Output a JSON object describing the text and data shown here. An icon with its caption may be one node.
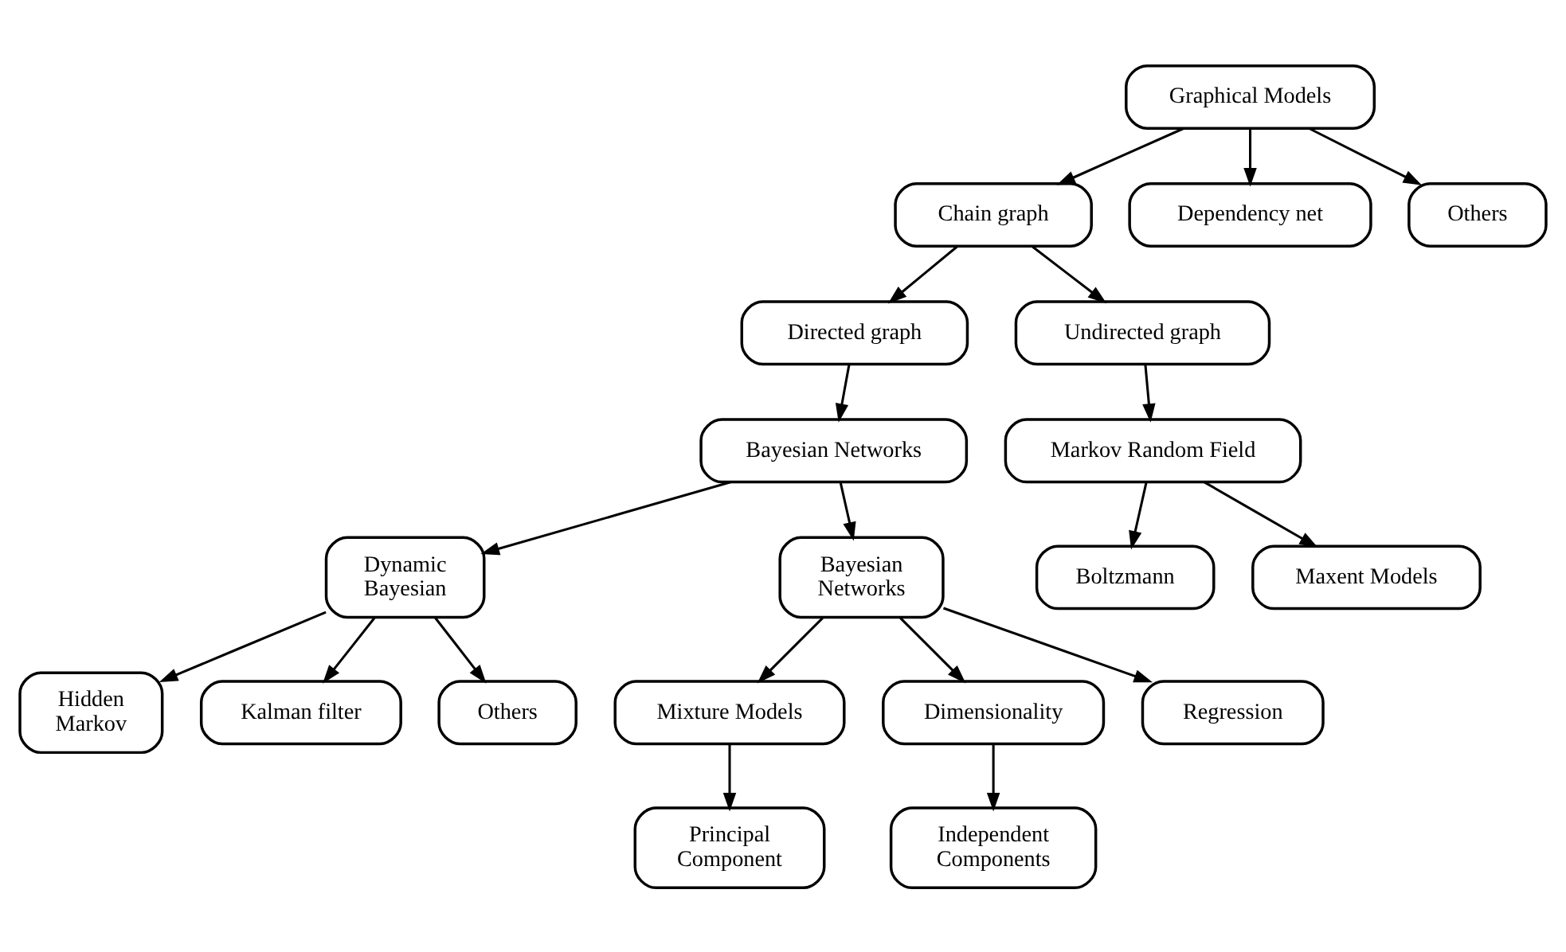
{
  "diagram": {
    "nodes": [
      {
        "text": [
          "Graphical Models"
        ]
      },
      {
        "text": [
          "Chain graph"
        ]
      },
      {
        "text": [
          "Dependency net"
        ]
      },
      {
        "text": [
          "Others"
        ]
      },
      {
        "text": [
          "Directed graph"
        ]
      },
      {
        "text": [
          "Undirected graph"
        ]
      },
      {
        "text": [
          "Bayesian Networks"
        ]
      },
      {
        "text": [
          "Markov Random Field"
        ]
      },
      {
        "text": [
          "Dynamic Bayesian"
        ]
      },
      {
        "text": [
          "Bayesian Networks"
        ]
      },
      {
        "text": [
          "Boltzmann"
        ]
      },
      {
        "text": [
          "Maxent Models"
        ]
      },
      {
        "text": [
          "Hidden Markov"
        ]
      },
      {
        "text": [
          "Kalman filter"
        ]
      },
      {
        "text": [
          "Others"
        ]
      },
      {
        "text": [
          "Mixture Models"
        ]
      },
      {
        "text": [
          "Dimensionality"
        ]
      },
      {
        "text": [
          "Regression"
        ]
      },
      {
        "text": [
          "Principal Component"
        ]
      },
      {
        "text": [
          "Independent Components"
        ]
      }
    ],
    "edges": [
      {
        "from": 0,
        "to": 1,
        "arrow": "to"
      },
      {
        "from": 0,
        "to": 2,
        "arrow": "to"
      },
      {
        "from": 0,
        "to": 3,
        "arrow": "to"
      },
      {
        "from": 1,
        "to": 4,
        "arrow": "to"
      },
      {
        "from": 1,
        "to": 5,
        "arrow": "to"
      },
      {
        "from": 4,
        "to": 6,
        "arrow": "to"
      },
      {
        "from": 5,
        "to": 7,
        "arrow": "to"
      },
      {
        "from": 6,
        "to": 8,
        "arrow": "to"
      },
      {
        "from": 6,
        "to": 9,
        "arrow": "to"
      },
      {
        "from": 7,
        "to": 10,
        "arrow": "to"
      },
      {
        "from": 7,
        "to": 11,
        "arrow": "to"
      },
      {
        "from": 8,
        "to": 12,
        "arrow": "to"
      },
      {
        "from": 8,
        "to": 13,
        "arrow": "to"
      },
      {
        "from": 8,
        "to": 14,
        "arrow": "to"
      },
      {
        "from": 9,
        "to": 15,
        "arrow": "to"
      },
      {
        "from": 9,
        "to": 16,
        "arrow": "to"
      },
      {
        "from": 9,
        "to": 17,
        "arrow": "to"
      },
      {
        "from": 15,
        "to": 18,
        "arrow": "to"
      },
      {
        "from": 16,
        "to": 19,
        "arrow": "to"
      }
    ]
  }
}
